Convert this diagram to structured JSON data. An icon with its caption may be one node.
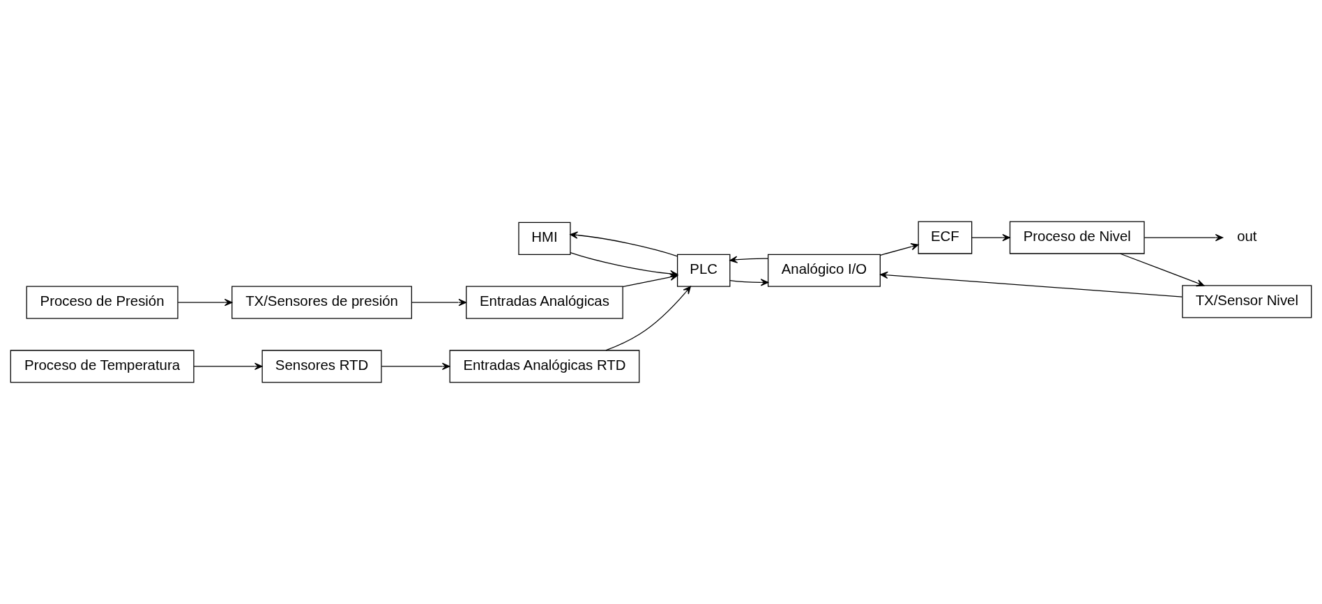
{
  "diagram": {
    "nodes": [
      {
        "text": [
          "HMI"
        ]
      },
      {
        "text": [
          "PLC"
        ]
      },
      {
        "text": [
          "Proceso de Presión"
        ]
      },
      {
        "text": [
          "TX/Sensores de presión"
        ]
      },
      {
        "text": [
          "Entradas Analógicas"
        ]
      },
      {
        "text": [
          "Entradas Analógicas RTD"
        ]
      },
      {
        "text": [
          "Analógico I/O"
        ]
      },
      {
        "text": [
          "ECF"
        ]
      },
      {
        "text": [
          "Proceso de Nivel"
        ]
      },
      {
        "text": [
          "out"
        ]
      },
      {
        "text": [
          "Sensores RTD"
        ]
      },
      {
        "text": [
          "TX/Sensor Nivel"
        ]
      },
      {
        "text": [
          "Proceso de Temperatura"
        ]
      }
    ],
    "edges": [
      {
        "from": 0,
        "to": 1,
        "arrow": "to"
      },
      {
        "from": 1,
        "to": 0,
        "arrow": "to"
      },
      {
        "from": 2,
        "to": 3,
        "arrow": "to"
      },
      {
        "from": 3,
        "to": 4,
        "arrow": "to"
      },
      {
        "from": 4,
        "to": 1,
        "arrow": "to"
      },
      {
        "from": 5,
        "to": 1,
        "arrow": "to"
      },
      {
        "from": 10,
        "to": 5,
        "arrow": "to"
      },
      {
        "from": 12,
        "to": 10,
        "arrow": "to"
      },
      {
        "from": 1,
        "to": 6,
        "arrow": "to"
      },
      {
        "from": 6,
        "to": 1,
        "arrow": "to"
      },
      {
        "from": 6,
        "to": 7,
        "arrow": "to"
      },
      {
        "from": 7,
        "to": 8,
        "arrow": "to"
      },
      {
        "from": 8,
        "to": 9,
        "arrow": "to"
      },
      {
        "from": 8,
        "to": 11,
        "arrow": "to"
      },
      {
        "from": 11,
        "to": 6,
        "arrow": "to"
      }
    ]
  }
}
